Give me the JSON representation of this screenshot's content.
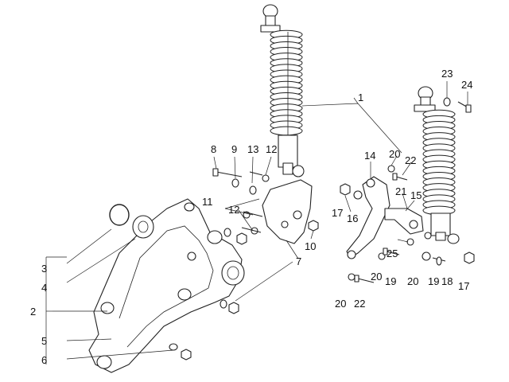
{
  "callouts": {
    "c1": "1",
    "c2": "2",
    "c3": "3",
    "c4": "4",
    "c5": "5",
    "c6": "6",
    "c7": "7",
    "c8": "8",
    "c9": "9",
    "c10": "10",
    "c11": "11",
    "c12a": "12",
    "c12b": "12",
    "c13": "13",
    "c14": "14",
    "c15": "15",
    "c16": "16",
    "c17a": "17",
    "c17b": "17",
    "c18": "18",
    "c19a": "19",
    "c19b": "19",
    "c20a": "20",
    "c20b": "20",
    "c20c": "20",
    "c20d": "20",
    "c21": "21",
    "c22a": "22",
    "c22b": "22",
    "c23": "23",
    "c24": "24",
    "c25": "25"
  }
}
